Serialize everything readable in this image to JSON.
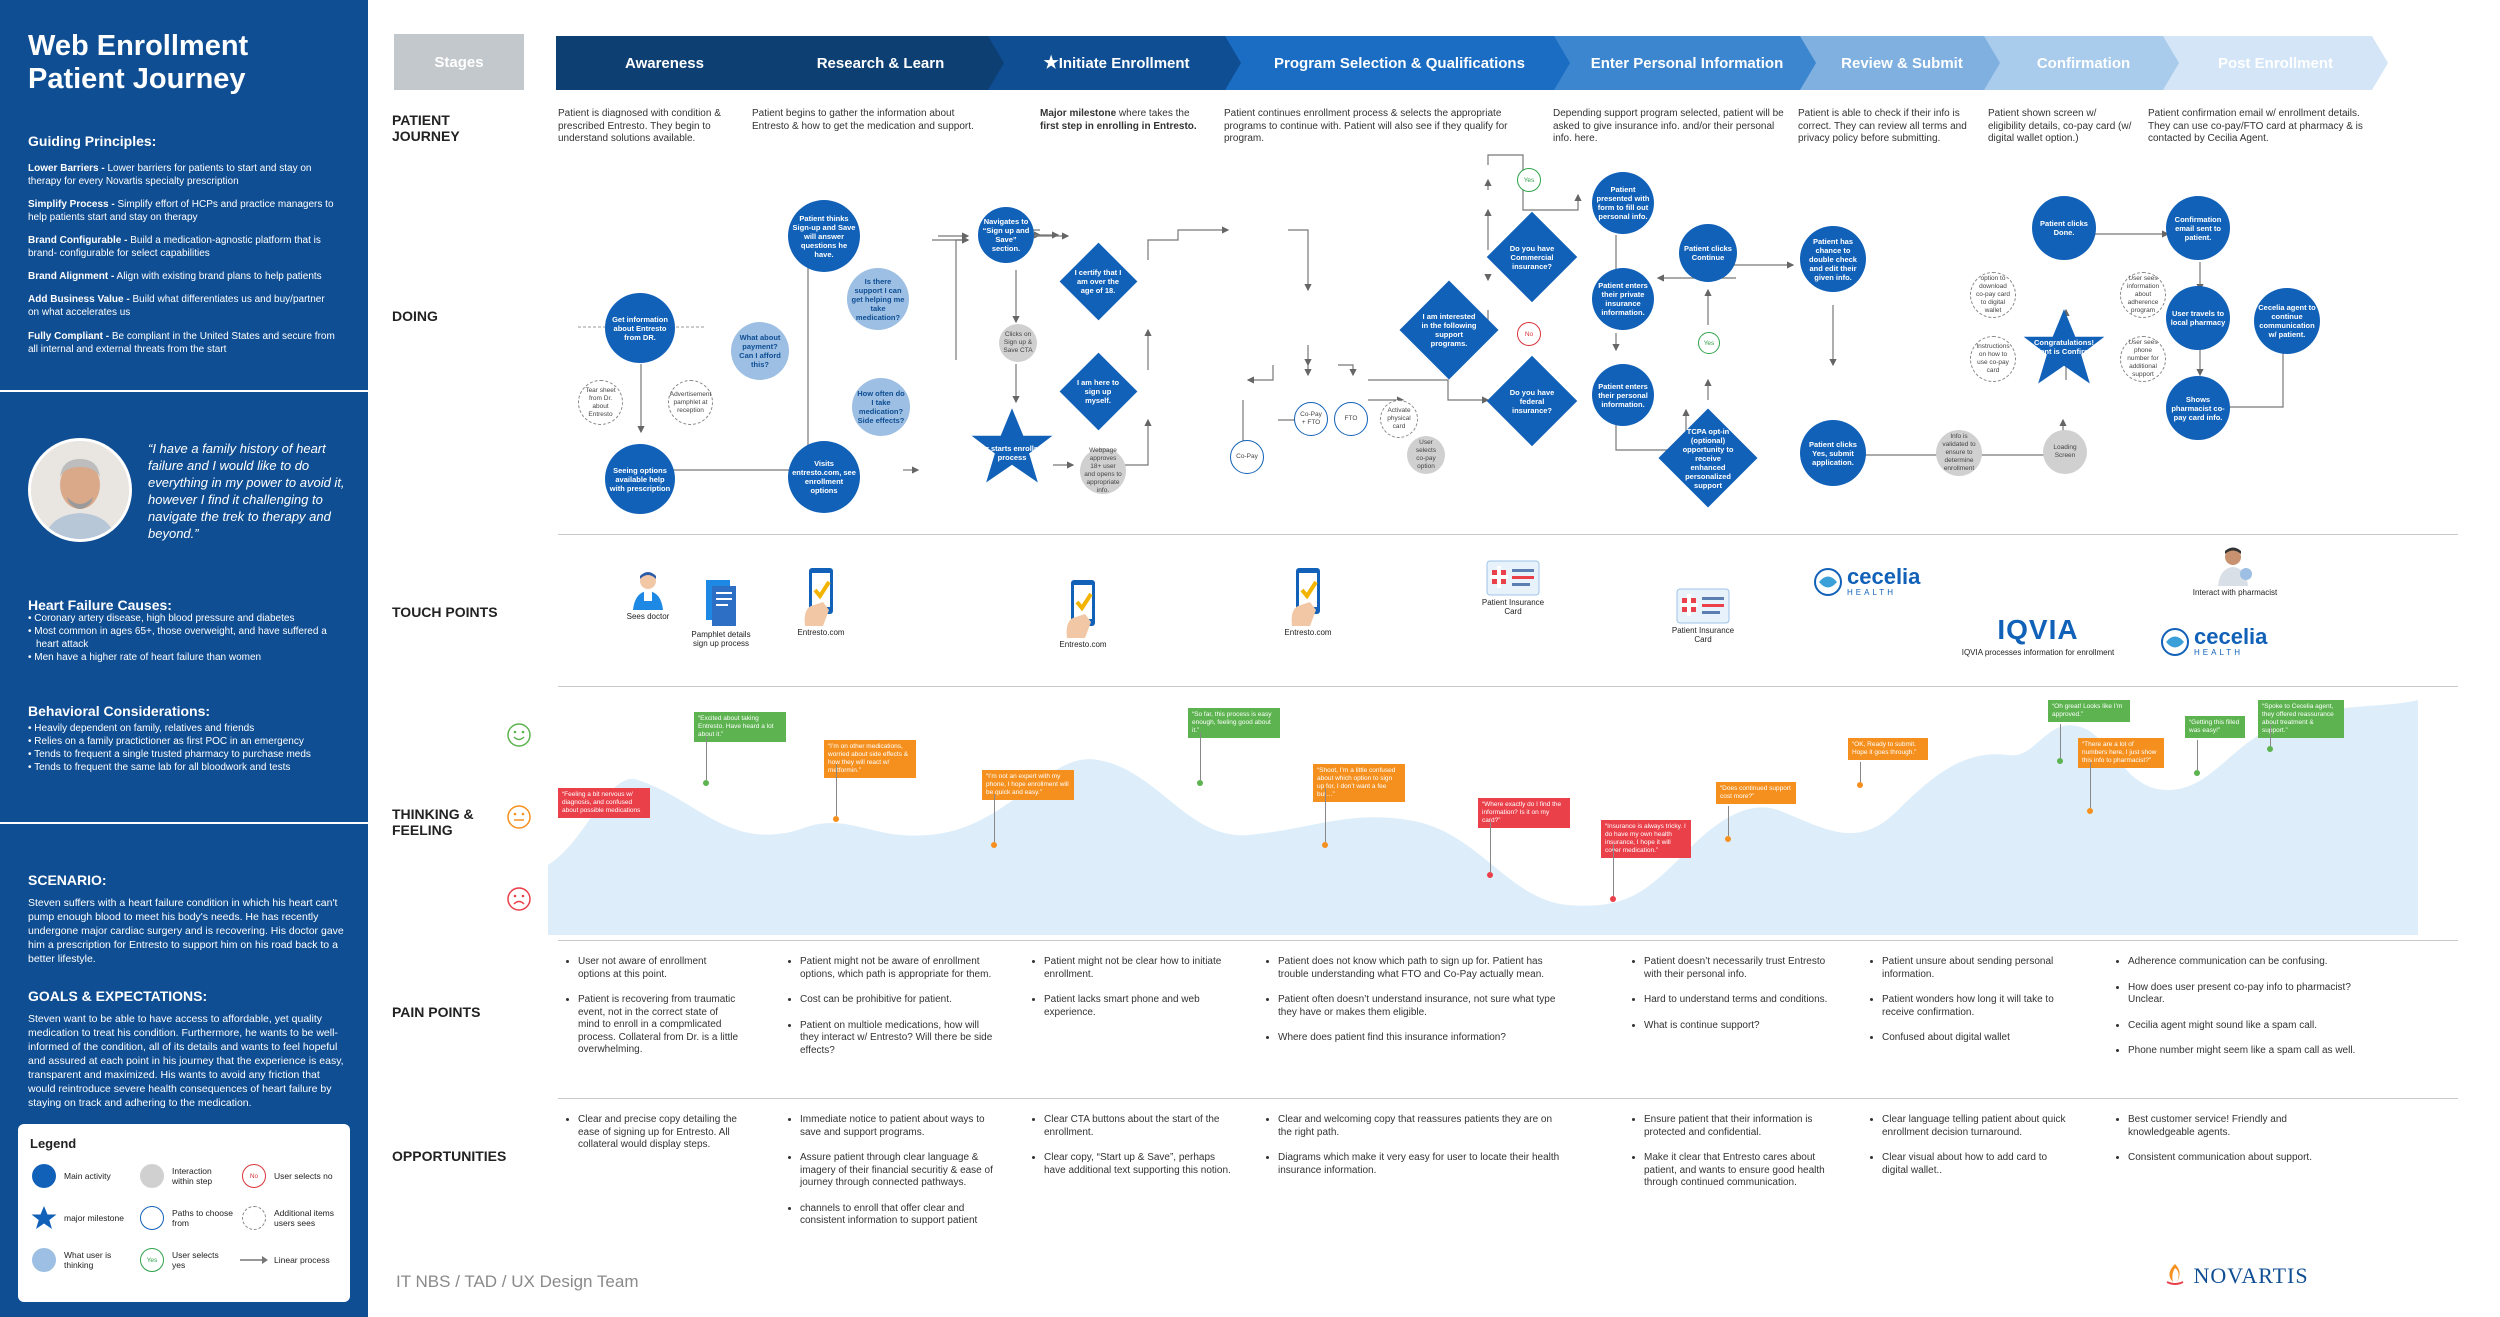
{
  "title_line1": "Web Enrollment",
  "title_line2": "Patient Journey",
  "guiding": {
    "heading": "Guiding Principles:",
    "items": [
      {
        "label": "Lower Barriers -",
        "text": "Lower barriers for patients to start and stay on therapy for every Novartis specialty prescription"
      },
      {
        "label": "Simplify Process -",
        "text": "Simplify effort of HCPs and practice managers to help patients start and stay on therapy"
      },
      {
        "label": "Brand Configurable -",
        "text": "Build a medication-agnostic platform that is brand- configurable for select capabilities"
      },
      {
        "label": "Brand Alignment -",
        "text": "Align with existing brand plans to help patients"
      },
      {
        "label": "Add Business Value -",
        "text": "Build what differentiates us and buy/partner on what accelerates us"
      },
      {
        "label": "Fully Compliant -",
        "text": "Be compliant in the United States and secure from all internal and external threats from the start"
      }
    ]
  },
  "quote": "“I have a family history of heart failure and I would like to do everything in my power to avoid it, however I find it challenging to navigate the trek to therapy and beyond.”",
  "hf": {
    "heading": "Heart Failure Causes:",
    "items": [
      "Coronary artery disease, high blood pressure and diabetes",
      "Most common in ages 65+, those overweight, and have suffered a heart attack",
      "Men have a higher rate of heart failure than women"
    ]
  },
  "behavior": {
    "heading": "Behavioral Considerations:",
    "items": [
      "Heavily dependent on family, relatives and friends",
      "Relies on a family practictioner as first POC in an emergency",
      "Tends to frequent a single trusted pharmacy to purchase meds",
      "Tends to frequent the same lab for all bloodwork and tests"
    ]
  },
  "scenario": {
    "heading": "SCENARIO:",
    "text": "Steven suffers with a heart failure condition in which his heart can't pump enough blood to meet his body's needs. He has recently undergone major cardiac surgery and is recovering. His doctor gave him a prescription for Entresto to support him on his road back to a better lifestyle."
  },
  "goals": {
    "heading": "GOALS & EXPECTATIONS:",
    "text": "Steven want to be able to have access to affordable, yet quality medication to treat his  condition. Furthermore, he wants to be well-informed of the condition, all of its details and wants to feel hopeful and assured at each point in his journey that the experience is easy, transparent and maximized. His wants to avoid any friction that would reintroduce severe health consequences of heart failure by staying on track and adhering to the medication."
  },
  "legend": {
    "title": "Legend",
    "items": [
      "Main activity",
      "Interaction within step",
      "User selects no",
      "major milestone",
      "Paths to choose from",
      "Additional items users sees",
      "What user is thinking",
      "User selects yes",
      "Linear process"
    ],
    "yes": "Yes",
    "no": "No"
  },
  "rows": {
    "stages": "Stages",
    "patient_journey": "PATIENT JOURNEY",
    "doing": "DOING",
    "touch_points": "TOUCH POINTS",
    "thinking": "THINKING & FEELING",
    "pain_points": "PAIN POINTS",
    "opportunities": "OPPORTUNITIES"
  },
  "stages": [
    "Awareness",
    "Research & Learn",
    "Initiate Enrollment",
    "Program Selection & Qualifications",
    "Enter Personal Information",
    "Review & Submit",
    "Confirmation",
    "Post Enrollment"
  ],
  "colors": {
    "navy": "#0f4e93",
    "blue": "#1161b8",
    "light_blue": "#9cbfe3",
    "stage_colors": [
      "#0d3f72",
      "#0d3f72",
      "#0f4e93",
      "#1a6dc2",
      "#3c85cf",
      "#7fb0e0",
      "#a9cbec",
      "#d3e5f6"
    ]
  },
  "journey": [
    "Patient is diagnosed with condition & prescribed Entresto. They begin to understand solutions available.",
    "Patient begins to gather the information about Entresto & how to get the medication and support.",
    "where takes the",
    "Patient continues enrollment process & selects the appropriate programs to continue with. Patient will also see if they qualify for program.",
    "Depending support program selected, patient will be asked to give insurance info. and/or their personal info. here.",
    "Patient is able to check if their info is correct. They can review all terms and privacy policy before submitting.",
    "Patient shown screen w/ eligibility details, co-pay card (w/ digital wallet option.)",
    "Patient confirmation email w/ enrollment details. They can use co-pay/FTO card at pharmacy & is contacted by Cecilia Agent."
  ],
  "journey_bold_a": "Major milestone",
  "journey_bold_b": "first step in enrolling in Entresto.",
  "nodes": {
    "get_info": "Get information about Entresto from DR.",
    "tear_sheet": "Tear sheet from Dr. about Entresto",
    "adv_pamphlet": "Advertisement pamphlet at reception",
    "seeing_options": "Seeing options available help with prescription",
    "what_payment": "What about payment? Can I afford this?",
    "patient_thinks": "Patient thinks Sign-up and Save will answer questions he have.",
    "support_think": "Is there support I can get helping me take medication?",
    "how_often": "How often do I take medication? Side effects?",
    "visits": "Visits entresto.com, see enrollment options",
    "navigates": "Navigates to “Sign up and Save” section.",
    "clicks_signup": "Clicks on Sign up & Save CTA",
    "user_starts": "User starts enrollment process",
    "certify": "I certify that I am over the age of 18.",
    "sign_up_myself": "I am here to sign up myself.",
    "webpage_approves": "Webpage approves 18+ user and opens to appropriate info.",
    "interested": "I am interested in the following support programs.",
    "copay_fto": "Co-Pay + FTO",
    "fto": "FTO",
    "activate_card": "Activate physical card",
    "copay": "Co-Pay",
    "user_selects_pay": "User selects co-pay option",
    "commercial": "Do you have Commercial insurance?",
    "federal": "Do you have federal insurance?",
    "presented_form": "Patient presented with form to fill out personal info.",
    "enters_private": "Patient enters their private insurance information.",
    "enters_personal": "Patient enters their personal information.",
    "clicks_continue": "Patient clicks Continue",
    "tcpa": "TCPA opt-in (optional) opportunity to receive enhanced personalized support",
    "double_check": "Patient has chance to double check and edit their given info.",
    "clicks_submit": "Patient clicks Yes, submit application.",
    "info_validated": "Info is validated to ensure to determine enrollment",
    "clicks_done": "Patient clicks Done.",
    "option_download": "option to download co-pay card to digital wallet",
    "user_sees_adherence": "User sees information about adherence program",
    "instructions": "Instructions on how to use co-pay card",
    "user_sees_phone": "User sees phone number for additional support",
    "congrats": "Congratulations! Patient is Confirmed.",
    "loading": "Loading Screen",
    "confirm_email": "Confirmation email sent to patient.",
    "travels_pharmacy": "User travels to local pharmacy",
    "shows_card": "Shows pharmacist co-pay card info.",
    "cecelia_agent": "Cecelia agent to continue communication w/ patient."
  },
  "touch": {
    "sees_doctor": "Sees doctor",
    "pamphlet": "Pamphlet details sign up process",
    "entresto1": "Entresto.com",
    "entresto2": "Entresto.com",
    "entresto3": "Entresto.com",
    "insurance1": "Patient Insurance Card",
    "insurance2": "Patient Insurance Card",
    "cecelia": "cecelia",
    "cecelia_sub": "HEALTH",
    "iqvia": "IQVIA",
    "iqvia_caption": "IQVIA processes information for enrollment",
    "cecelia2": "cecelia",
    "cecelia2_sub": "HEALTH",
    "pharmacist": "Interact with pharmacist"
  },
  "feelings": [
    {
      "text": "“Feeling a bit nervous w/ diagnosis, and confused about possible medications",
      "color": "red"
    },
    {
      "text": "“Excited about taking Entresto. Have heard a lot about it.”",
      "color": "green"
    },
    {
      "text": "“I’m on other medications, worried about side effects & how they will react w/ metformin.”",
      "color": "orange"
    },
    {
      "text": "“I’m not an expert with my phone, I hope enrollment will be quick and easy.”",
      "color": "orange"
    },
    {
      "text": "“So far, this process is easy enough, feeling good about it.”",
      "color": "green"
    },
    {
      "text": "“Shoot, I’m a little confused about which option to sign up for, I don’t want a fee but…”",
      "color": "orange"
    },
    {
      "text": "“Where exactly do I find the information? Is it on my card?”",
      "color": "red"
    },
    {
      "text": "“Insurance is always tricky. I do have my own health insurance, I hope it will cover medication.”",
      "color": "red"
    },
    {
      "text": "“Does continued support cost more?”",
      "color": "orange"
    },
    {
      "text": "“OK, Ready to submit. Hope it goes through.”",
      "color": "orange"
    },
    {
      "text": "“Oh great! Looks like I’m approved.”",
      "color": "green"
    },
    {
      "text": "“There are a lot of numbers here, I just show this info to pharmacist?”",
      "color": "orange"
    },
    {
      "text": "“Getting this filled was easy!”",
      "color": "green"
    },
    {
      "text": "“Spoke to Cecelia agent, they offered reassurance about treatment & support.”",
      "color": "green"
    }
  ],
  "pain": [
    [
      "User not aware of enrollment options at this point.",
      "Patient is recovering from traumatic event, not in the correct state of mind to enroll in a compmlicated process. Collateral from Dr. is a little overwhelming."
    ],
    [
      "Patient might not be aware of enrollment options, which path is appropriate for them.",
      "Cost can be prohibitive for patient.",
      "Patient on multiole medications, how will they interact w/ Entresto? Will there be side effects?"
    ],
    [
      "Patient might not be clear how to initiate enrollment.",
      "Patient lacks smart phone and web experience."
    ],
    [
      "Patient does not know which path to sign up for. Patient has trouble understanding what FTO and Co-Pay actually mean.",
      "Patient often doesn’t understand insurance, not sure what type they have or makes them eligible.",
      "Where does patient find this insurance information?"
    ],
    [
      "Patient doesn’t necessarily trust Entresto with their personal info.",
      "Hard to understand terms and conditions.",
      "What is continue support?"
    ],
    [
      "Patient unsure about sending personal information.",
      "Patient wonders how long it will take to receive confirmation.",
      "Confused about digital wallet"
    ],
    [
      "Adherence communication can be confusing.",
      "How does user present co-pay info to pharmacist? Unclear.",
      "Cecilia agent might sound like a spam call.",
      "Phone number might seem like a spam call as well."
    ]
  ],
  "opps": [
    [
      "Clear and precise copy detailing the ease of signing up for Entresto. All collateral would display steps."
    ],
    [
      "Immediate notice to patient about ways to save and support programs.",
      "Assure patient through clear language & imagery of their financial securitiy & ease of journey through connected pathways.",
      "channels to enroll that offer clear and consistent information to support patient"
    ],
    [
      "Clear CTA buttons about the start of the enrollment.",
      "Clear copy, “Start up & Save”, perhaps have additional text supporting this notion."
    ],
    [
      "Clear and welcoming copy that reassures patients they are on the right path.",
      "Diagrams which make it very easy for user to locate their health insurance information."
    ],
    [
      "Ensure patient that their information is protected and confidential.",
      "Make it clear that Entresto cares about patient, and wants to ensure good health through continued communication."
    ],
    [
      "Clear language telling patient about quick enrollment decision turnaround.",
      "Clear visual about how to add card to digital wallet.."
    ],
    [
      "Best customer service! Friendly and knowledgeable agents.",
      "Consistent communication about support."
    ]
  ],
  "yes": "Yes",
  "no": "No",
  "footer": "IT NBS / TAD / UX Design Team",
  "brand": "NOVARTIS"
}
